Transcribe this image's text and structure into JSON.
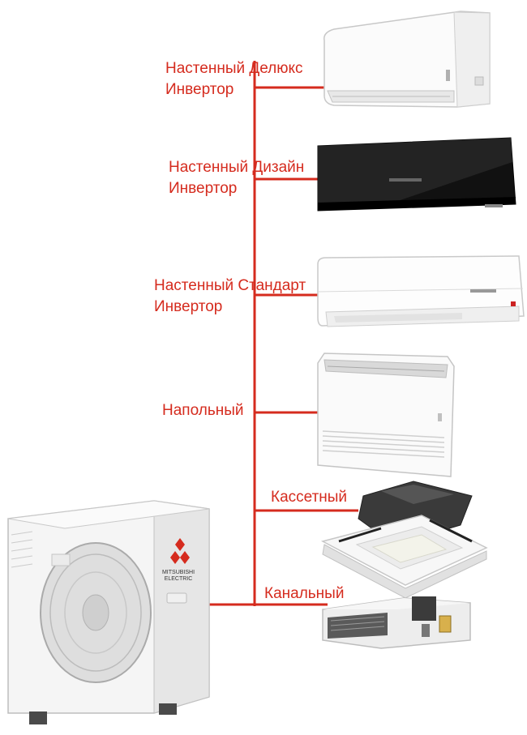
{
  "diagram": {
    "line_color": "#d52b1e",
    "units": [
      {
        "id": "wall-deluxe",
        "line1": "Настенный Делюкс",
        "line2": "Инвертор"
      },
      {
        "id": "wall-design",
        "line1": "Настенный Дизайн",
        "line2": "Инвертор"
      },
      {
        "id": "wall-standard",
        "line1": "Настенный Стандарт",
        "line2": "Инвертор"
      },
      {
        "id": "floor",
        "line1": "Напольный"
      },
      {
        "id": "cassette",
        "line1": "Кассетный"
      },
      {
        "id": "duct",
        "line1": "Канальный"
      }
    ],
    "outdoor_unit": {
      "brand_line1": "MITSUBISHI",
      "brand_line2": "ELECTRIC"
    }
  }
}
